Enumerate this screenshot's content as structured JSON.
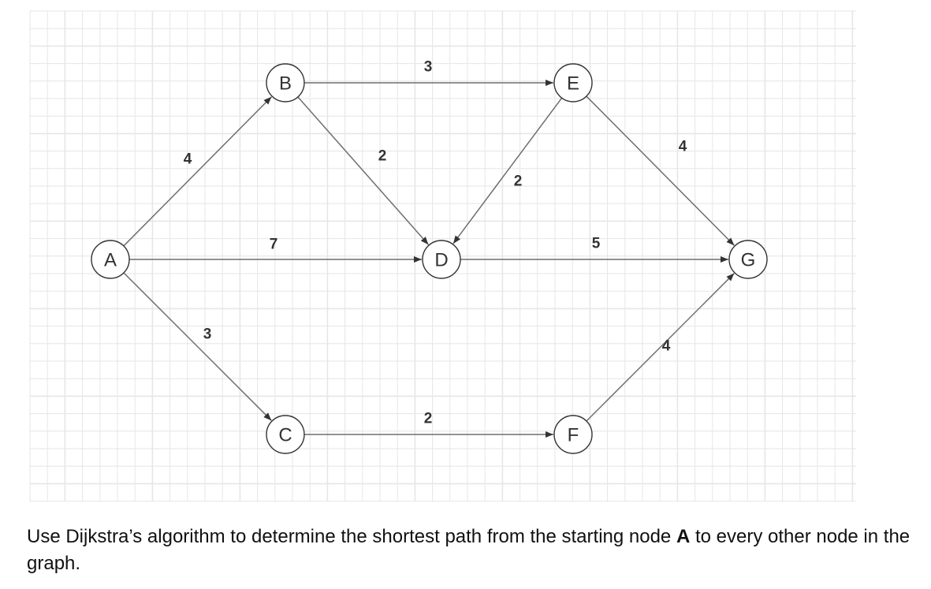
{
  "colors": {
    "grid": "#e6e6e6",
    "edge": "#6e6e6e",
    "arrowhead": "#333333",
    "node_stroke": "#333333",
    "node_fill": "#ffffff",
    "text": "#333333"
  },
  "graph": {
    "nodes": [
      {
        "id": "A",
        "label": "A"
      },
      {
        "id": "B",
        "label": "B"
      },
      {
        "id": "C",
        "label": "C"
      },
      {
        "id": "D",
        "label": "D"
      },
      {
        "id": "E",
        "label": "E"
      },
      {
        "id": "F",
        "label": "F"
      },
      {
        "id": "G",
        "label": "G"
      }
    ],
    "edges": [
      {
        "from": "A",
        "to": "B",
        "weight": "4"
      },
      {
        "from": "A",
        "to": "D",
        "weight": "7"
      },
      {
        "from": "A",
        "to": "C",
        "weight": "3"
      },
      {
        "from": "B",
        "to": "E",
        "weight": "3"
      },
      {
        "from": "B",
        "to": "D",
        "weight": "2"
      },
      {
        "from": "E",
        "to": "D",
        "weight": "2"
      },
      {
        "from": "E",
        "to": "G",
        "weight": "4"
      },
      {
        "from": "D",
        "to": "G",
        "weight": "5"
      },
      {
        "from": "C",
        "to": "F",
        "weight": "2"
      },
      {
        "from": "F",
        "to": "G",
        "weight": "4"
      }
    ]
  },
  "question": {
    "before": "Use Dijkstra’s algorithm to determine the shortest path from the starting node ",
    "bold": "A",
    "after": " to every other node in the graph."
  }
}
